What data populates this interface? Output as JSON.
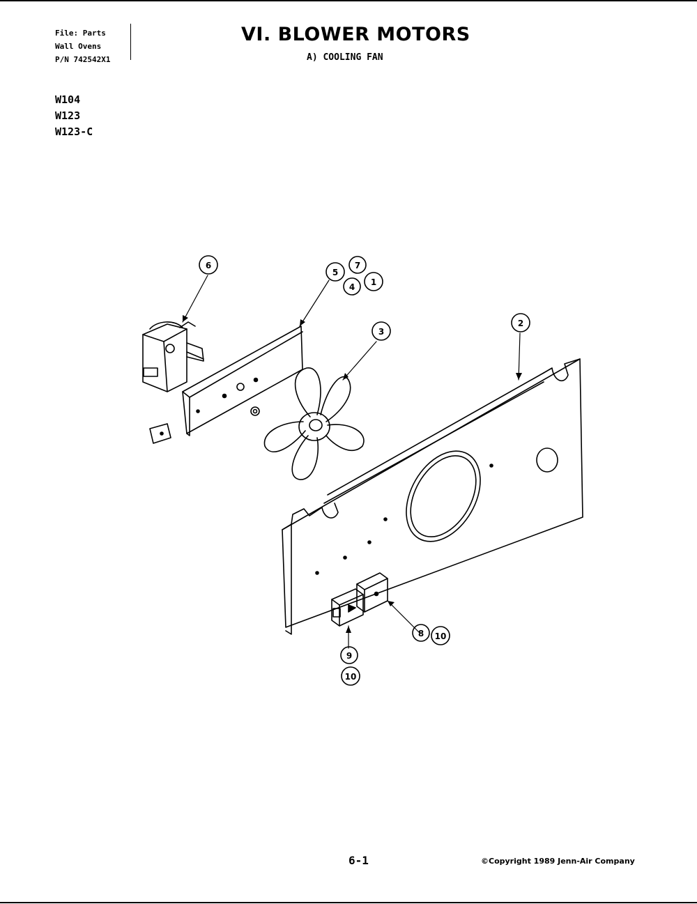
{
  "header": {
    "file_lines": [
      "File: Parts",
      "Wall Ovens",
      "P/N 742542X1"
    ],
    "title": "VI. BLOWER MOTORS",
    "subtitle": "A) COOLING FAN"
  },
  "models": [
    "W104",
    "W123",
    "W123-C"
  ],
  "callouts": [
    "6",
    "5",
    "7",
    "4",
    "1",
    "3",
    "2",
    "8",
    "10",
    "9",
    "10"
  ],
  "footer": {
    "page_number": "6-1",
    "copyright": "©Copyright 1989 Jenn-Air Company"
  }
}
